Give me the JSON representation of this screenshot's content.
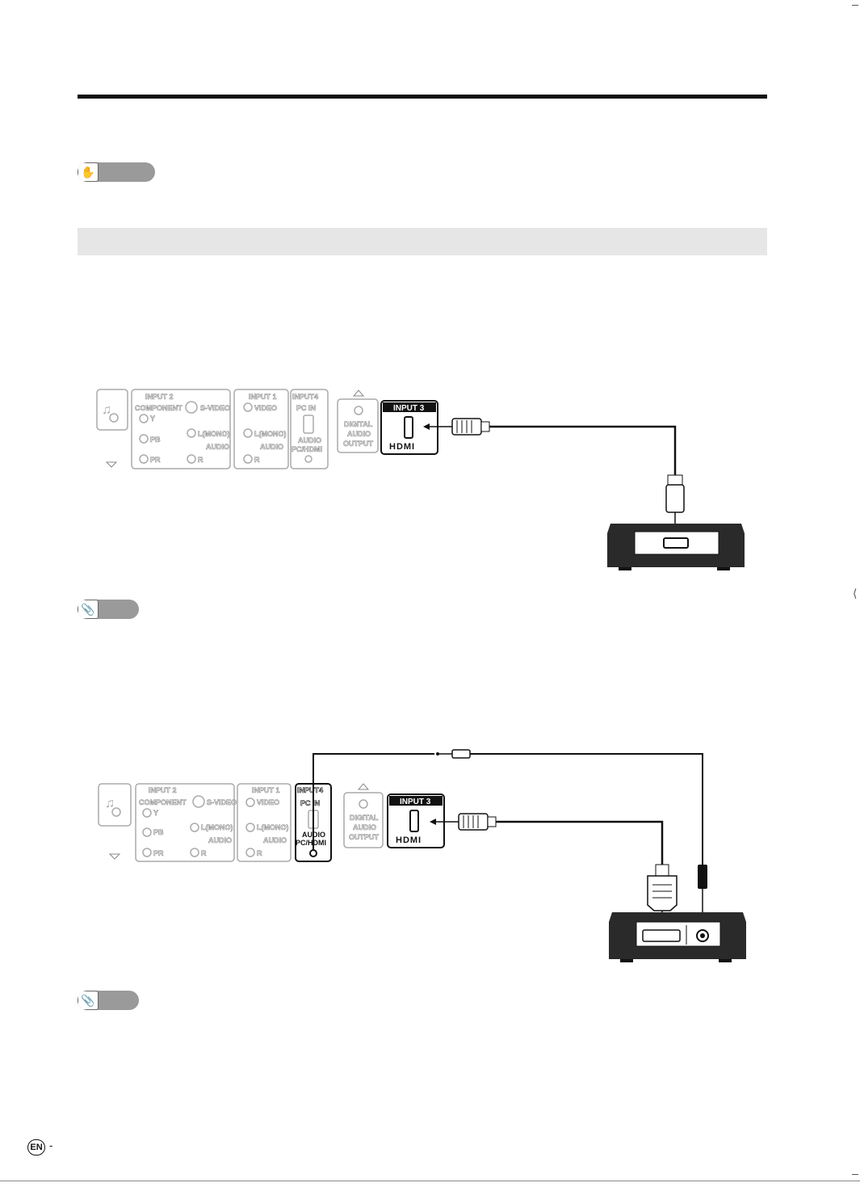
{
  "panel": {
    "input2": "INPUT 2",
    "component": "COMPONENT",
    "y": "Y",
    "pb": "PB",
    "pr": "PR",
    "svideo": "S-VIDEO",
    "lmono": "L(MONO)",
    "audio": "AUDIO",
    "r": "R",
    "input1": "INPUT 1",
    "video": "VIDEO",
    "input4": "INPUT4",
    "pcin": "PC IN",
    "audio_label": "AUDIO",
    "pchdmi": "PC/HDMI",
    "digital": "DIGITAL",
    "audio_mid": "AUDIO",
    "output": "OUTPUT",
    "input3": "INPUT 3",
    "hdmi_logo": "HDMI"
  },
  "footer": {
    "lang": "EN",
    "dash": "-"
  }
}
